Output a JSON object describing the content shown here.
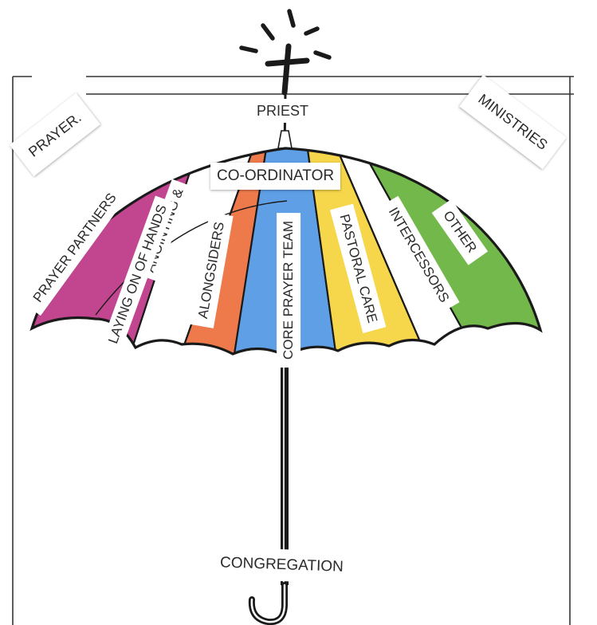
{
  "diagram": {
    "colors": {
      "prayer_partners": "#c2458f",
      "anointing": "#ffffff",
      "alongsiders": "#ee7a4c",
      "core_prayer_team": "#5f9fe6",
      "pastoral_care": "#f6d64a",
      "intercessors": "#ffffff",
      "other": "#72b84a",
      "outline": "#1a1a1a"
    },
    "labels": {
      "prayer": "PRAYER.",
      "ministries": "MINISTRIES",
      "priest": "PRIEST",
      "coordinator": "CO-ORDINATOR",
      "prayer_partners": "PRAYER PARTNERS",
      "anointing": "ANOINTING &",
      "laying_on": "LAYING ON OF HANDS",
      "alongsiders": "ALONGSIDERS",
      "core_prayer_team": "CORE PRAYER TEAM",
      "pastoral_care": "PASTORAL CARE",
      "intercessors": "INTERCESSORS",
      "other": "OTHER",
      "congregation": "CONGREGATION"
    },
    "icons": [
      "cross-icon",
      "umbrella-icon"
    ]
  }
}
